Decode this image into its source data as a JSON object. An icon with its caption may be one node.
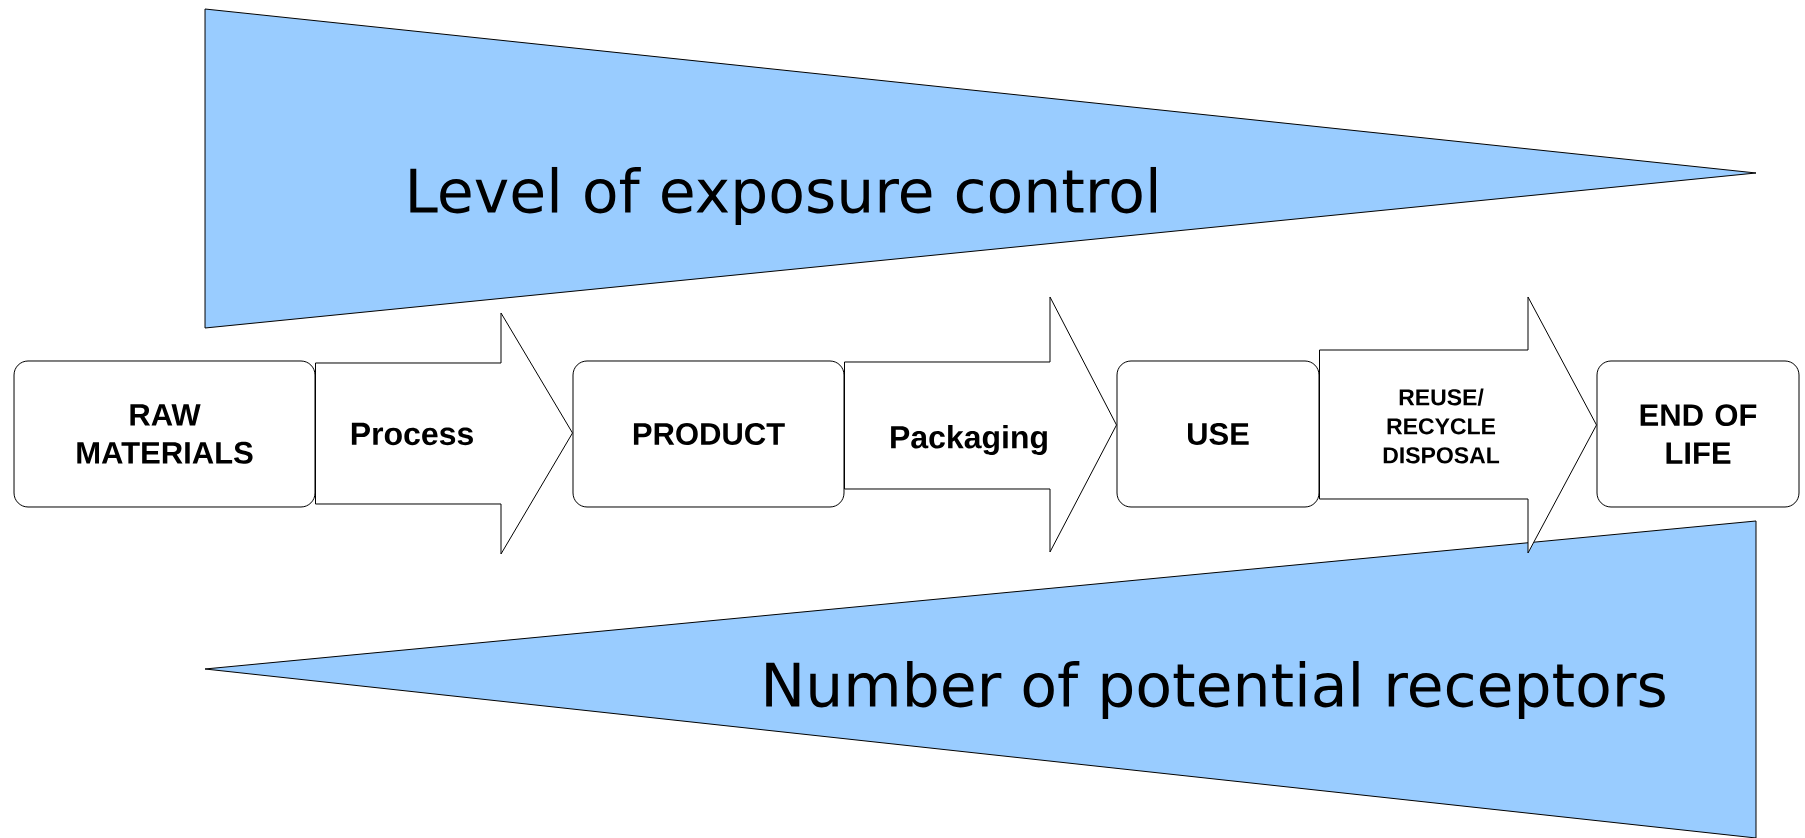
{
  "diagram": {
    "nodes": [
      {
        "text": [
          "Level of exposure control"
        ]
      },
      {
        "text": [
          "RAW MATERIALS"
        ]
      },
      {
        "text": [
          "PRODUCT"
        ]
      },
      {
        "text": [
          "USE"
        ]
      },
      {
        "text": [
          "END OF LIFE"
        ]
      },
      {
        "text": [
          "Number of potential receptors"
        ]
      }
    ],
    "edges": [
      {
        "from": 1,
        "to": 2,
        "arrow": "to",
        "label": "Process"
      },
      {
        "from": 2,
        "to": 3,
        "arrow": "to",
        "label": "Packaging"
      },
      {
        "from": 3,
        "to": 4,
        "arrow": "to",
        "label": "REUSE/ RECYCLE DISPOSAL"
      }
    ]
  }
}
